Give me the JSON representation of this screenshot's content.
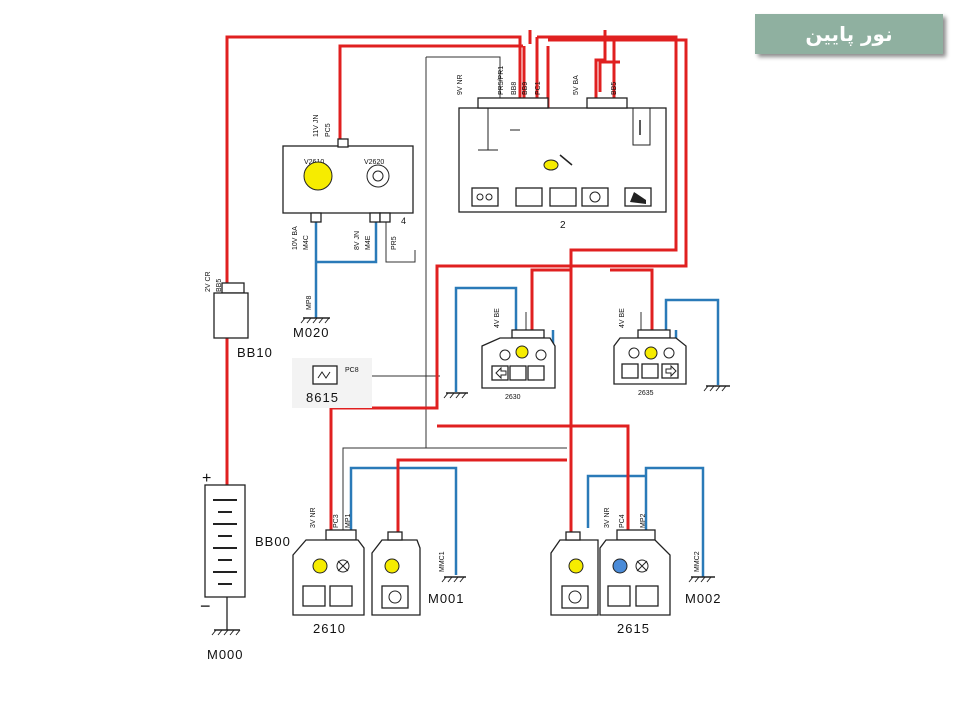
{
  "title": "نور پایین",
  "colors": {
    "title_bg": "#8fb0a0",
    "power_wire": "#e02020",
    "ground_wire": "#2a7ab8",
    "signal_wire": "#333333",
    "lamp_on": "#f6ec00",
    "lamp_blue": "#4a8bd8"
  },
  "components": {
    "bb10": {
      "label": "BB10",
      "pins": "2V CR",
      "wire": "BB5"
    },
    "bb00": {
      "label": "BB00",
      "plus": "+",
      "minus": "−"
    },
    "m000": {
      "label": "M000"
    },
    "m020": {
      "label": "M020",
      "wire": "MP8"
    },
    "c8615": {
      "label": "8615",
      "wire": "PC8"
    },
    "switch_unit": {
      "pin_top": "11V JN",
      "wire_top": "PC5",
      "lamp1": "V2610",
      "lamp2": "V2620",
      "pin_left": "10V BA",
      "wire_left": "M4C",
      "pin_right": "8V JN",
      "wire_right": "M4E",
      "wire_right2": "PR5",
      "number": "4"
    },
    "module2": {
      "label": "2",
      "pin_a": "9V NR",
      "wire_a": "PR5/PR1",
      "wire_b": "BB8",
      "wire_c": "BB9",
      "wire_d": "PC1",
      "pin_b": "5V BA",
      "wire_e": "BB5"
    },
    "c2630": {
      "label": "2630",
      "pin": "4V BE"
    },
    "c2635": {
      "label": "2635",
      "pin": "4V BE"
    },
    "c2610": {
      "label": "2610",
      "pin": "3V NR",
      "wire_a": "PC3",
      "wire_b": "MP1",
      "wire_c": "MMC1",
      "ground": "M001"
    },
    "c2615": {
      "label": "2615",
      "pin": "3V NR",
      "wire_a": "PC4",
      "wire_b": "MP2",
      "wire_c": "MMC2",
      "ground": "M002"
    }
  }
}
